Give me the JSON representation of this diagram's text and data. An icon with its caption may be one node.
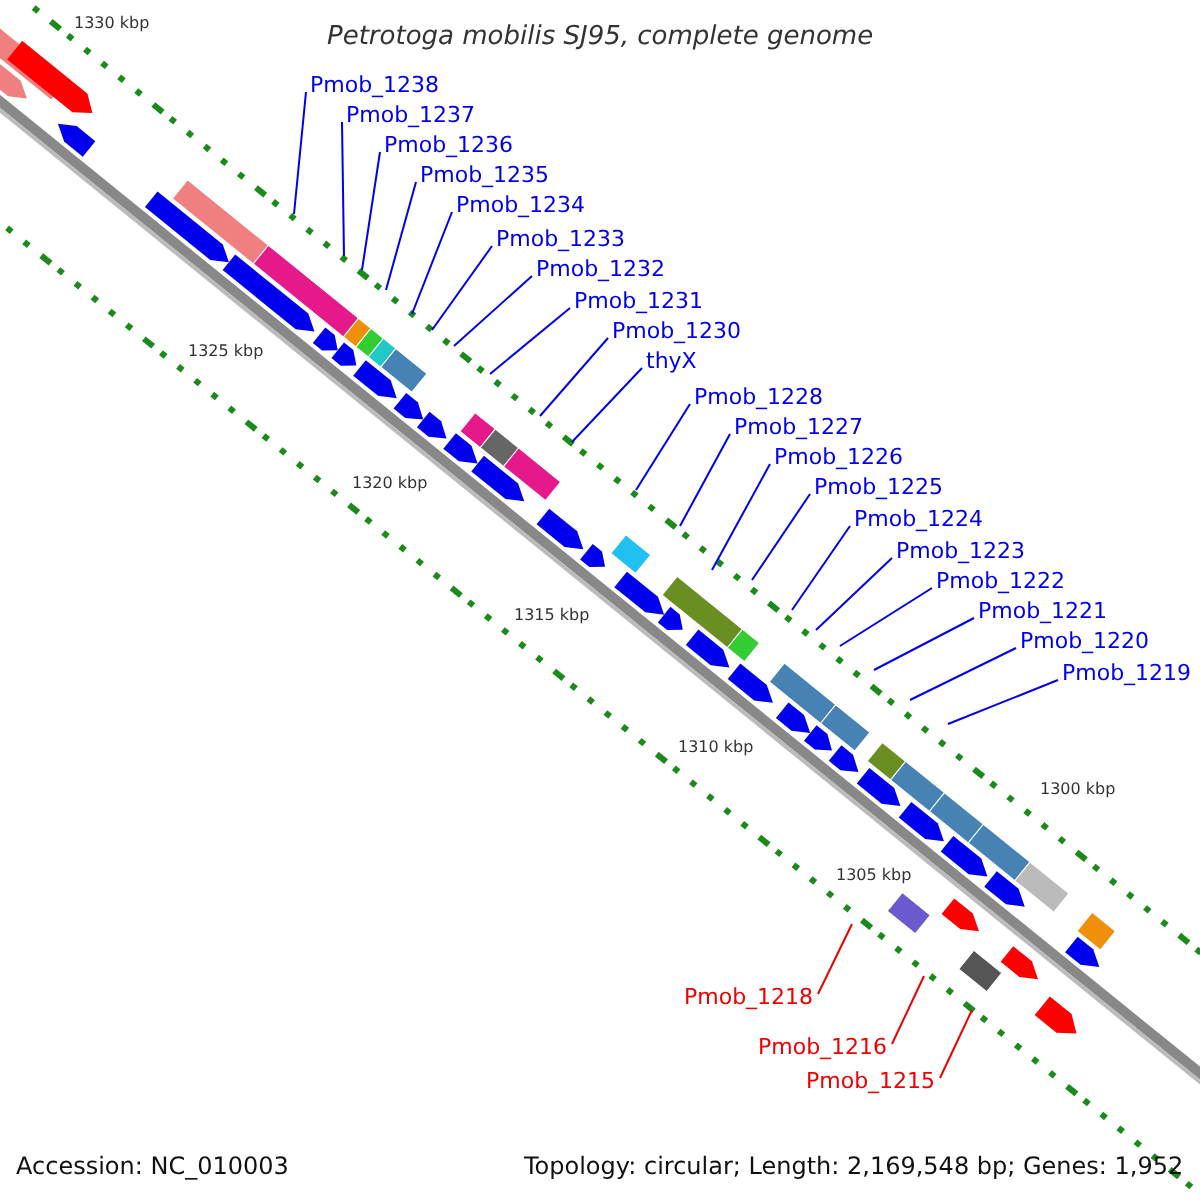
{
  "diagram": {
    "title": "Petrotoga mobilis SJ95, complete genome",
    "nodes": [
      {
        "text": [
          "Pmob_1238"
        ]
      },
      {
        "text": [
          "Pmob_1237"
        ]
      },
      {
        "text": [
          "Pmob_1236"
        ]
      },
      {
        "text": [
          "Pmob_1235"
        ]
      },
      {
        "text": [
          "Pmob_1234"
        ]
      },
      {
        "text": [
          "Pmob_1233"
        ]
      },
      {
        "text": [
          "Pmob_1232"
        ]
      },
      {
        "text": [
          "Pmob_1231"
        ]
      },
      {
        "text": [
          "Pmob_1230"
        ]
      },
      {
        "text": [
          "thyX"
        ]
      },
      {
        "text": [
          "Pmob_1228"
        ]
      },
      {
        "text": [
          "Pmob_1227"
        ]
      },
      {
        "text": [
          "Pmob_1226"
        ]
      },
      {
        "text": [
          "Pmob_1225"
        ]
      },
      {
        "text": [
          "Pmob_1224"
        ]
      },
      {
        "text": [
          "Pmob_1223"
        ]
      },
      {
        "text": [
          "Pmob_1222"
        ]
      },
      {
        "text": [
          "Pmob_1221"
        ]
      },
      {
        "text": [
          "Pmob_1220"
        ]
      },
      {
        "text": [
          "Pmob_1219"
        ]
      },
      {
        "text": [
          "Pmob_1218"
        ]
      },
      {
        "text": [
          "Pmob_1216"
        ]
      },
      {
        "text": [
          "Pmob_1215"
        ]
      }
    ],
    "edges": [
      {
        "from": 0,
        "to": null,
        "arrow": "none"
      },
      {
        "from": 1,
        "to": null,
        "arrow": "none"
      },
      {
        "from": 2,
        "to": null,
        "arrow": "none"
      },
      {
        "from": 3,
        "to": null,
        "arrow": "none"
      },
      {
        "from": 4,
        "to": null,
        "arrow": "none"
      },
      {
        "from": 5,
        "to": null,
        "arrow": "none"
      },
      {
        "from": 6,
        "to": null,
        "arrow": "none"
      },
      {
        "from": 7,
        "to": null,
        "arrow": "none"
      },
      {
        "from": 8,
        "to": null,
        "arrow": "none"
      },
      {
        "from": 9,
        "to": null,
        "arrow": "none"
      },
      {
        "from": 10,
        "to": null,
        "arrow": "none"
      },
      {
        "from": 11,
        "to": null,
        "arrow": "none"
      },
      {
        "from": 12,
        "to": null,
        "arrow": "none"
      },
      {
        "from": 13,
        "to": null,
        "arrow": "none"
      },
      {
        "from": 14,
        "to": null,
        "arrow": "none"
      },
      {
        "from": 15,
        "to": null,
        "arrow": "none"
      },
      {
        "from": 16,
        "to": null,
        "arrow": "none"
      },
      {
        "from": 17,
        "to": null,
        "arrow": "none"
      },
      {
        "from": 18,
        "to": null,
        "arrow": "none"
      },
      {
        "from": 19,
        "to": null,
        "arrow": "none"
      },
      {
        "from": 20,
        "to": null,
        "arrow": "none",
        "color": "#ee0000"
      },
      {
        "from": 21,
        "to": null,
        "arrow": "none",
        "color": "#ee0000"
      },
      {
        "from": 22,
        "to": null,
        "arrow": "none",
        "color": "#ee0000"
      }
    ],
    "labels": [
      "1330 kbp",
      "1325 kbp",
      "1320 kbp",
      "1315 kbp",
      "1310 kbp",
      "1305 kbp",
      "1300 kbp",
      "Accession: NC_010003",
      "Topology: circular; Length: 2,169,548 bp; Genes: 1,952"
    ]
  }
}
